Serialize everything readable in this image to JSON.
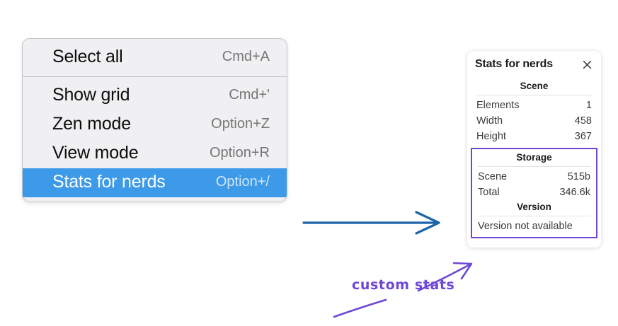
{
  "context_menu": {
    "groups": [
      {
        "items": [
          {
            "label": "Select all",
            "shortcut": "Cmd+A",
            "selected": false
          }
        ]
      },
      {
        "items": [
          {
            "label": "Show grid",
            "shortcut": "Cmd+'",
            "selected": false
          },
          {
            "label": "Zen mode",
            "shortcut": "Option+Z",
            "selected": false
          },
          {
            "label": "View mode",
            "shortcut": "Option+R",
            "selected": false
          },
          {
            "label": "Stats for nerds",
            "shortcut": "Option+/",
            "selected": true
          }
        ]
      }
    ],
    "highlight_color": "#3d9ae8"
  },
  "stats_panel": {
    "title": "Stats for nerds",
    "close_icon": "close-icon",
    "sections": [
      {
        "heading": "Scene",
        "rows": [
          {
            "key": "Elements",
            "value": "1"
          },
          {
            "key": "Width",
            "value": "458"
          },
          {
            "key": "Height",
            "value": "367"
          }
        ]
      },
      {
        "heading": "Storage",
        "rows": [
          {
            "key": "Scene",
            "value": "515b"
          },
          {
            "key": "Total",
            "value": "346.6k"
          }
        ]
      },
      {
        "heading": "Version",
        "note": "Version not available"
      }
    ]
  },
  "annotations": {
    "handwritten_label": "custom stats",
    "ink_color": "#6f47d6",
    "arrow_color": "#1c64a8"
  }
}
